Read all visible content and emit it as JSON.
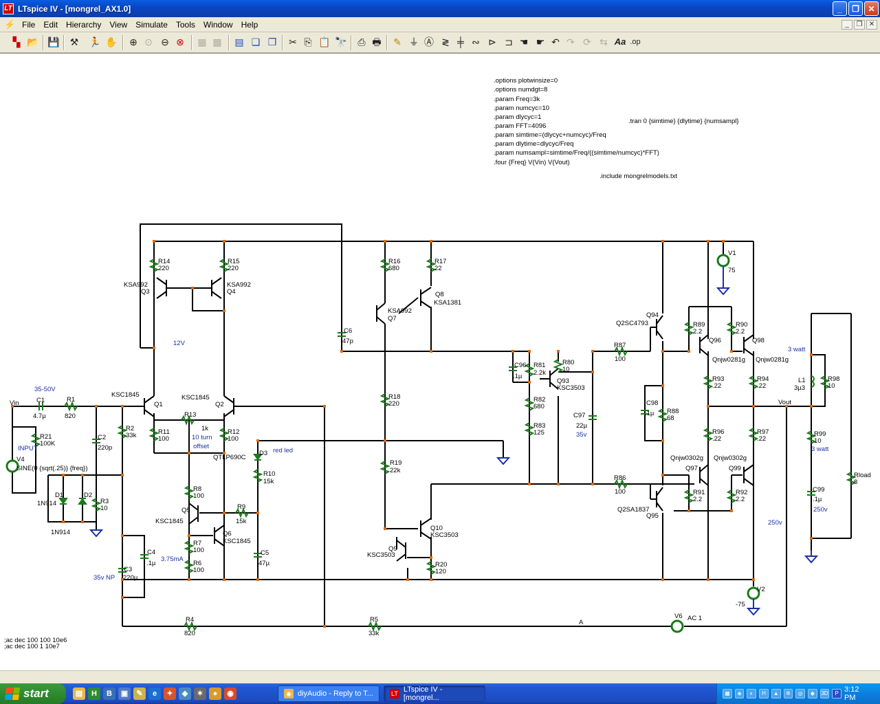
{
  "window": {
    "title": "LTspice IV - [mongrel_AX1.0]",
    "icon": "ltspice-icon"
  },
  "menu": [
    "File",
    "Edit",
    "Hierarchy",
    "View",
    "Simulate",
    "Tools",
    "Window",
    "Help"
  ],
  "directives": [
    ".options plotwinsize=0",
    ".options numdgt=8",
    ".param Freq=3k",
    ".param numcyc=10",
    ".param dlycyc=1",
    ".param FFT=4096",
    ".param simtime=(dlycyc+numcyc)/Freq",
    ".param dlytime=dlycyc/Freq",
    ".param numsampl=simtime/Freq/((simtime/numcyc)*FFT)",
    ".four {Freq} V(Vin) V(Vout)"
  ],
  "tran": ".tran 0 {simtime} {dlytime} {numsampl}",
  "include": ".include mongrelmodels.txt",
  "ac_lines": [
    ";ac dec 100 100 10e6",
    ";ac dec 100 1 10e7"
  ],
  "labels": {
    "vin": "Vin",
    "v35_50": "35-50V",
    "c1": "C1",
    "c1v": "4.7µ",
    "r1": "R1",
    "r1v": "820",
    "r21": "R21",
    "r21v": "100K",
    "input": "INPUT",
    "v4": "V4",
    "sine": "SINE(0 {sqrt(.25)} {freq})",
    "d1": "D1",
    "d1v": "1N914",
    "d2": "D2",
    "d2v": "1N914",
    "r3": "R3",
    "r3v": "10",
    "c2": "C2",
    "c2v": "220p",
    "r2": "R2",
    "r2v": "33k",
    "ksc1845a": "KSC1845",
    "q1": "Q1",
    "ksc1845b": "KSC1845",
    "q2": "Q2",
    "r13": "R13",
    "r13v": "1k",
    "turn": "10 turn",
    "offset": "offset",
    "r11": "R11",
    "r11v": "100",
    "r12": "R12",
    "r12v": "100",
    "v12": "12V",
    "r14": "R14",
    "r14v": "220",
    "r15": "R15",
    "r15v": "220",
    "ksa992a": "KSA992",
    "q3": "Q3",
    "ksa992b": "KSA992",
    "q4": "Q4",
    "r16": "R16",
    "r16v": "680",
    "r17": "R17",
    "r17v": "22",
    "q8": "Q8",
    "ksa1381": "KSA1381",
    "ksa992c": "KSA992",
    "q7": "Q7",
    "c6": "C6",
    "c6v": "47p",
    "qtlp": "QTLP690C",
    "d3": "D3",
    "redled": "red led",
    "r10": "R10",
    "r10v": "15k",
    "r8": "R8",
    "r8v": "100",
    "q5": "Q5",
    "ksc1845c": "KSC1845",
    "r9": "R9",
    "r9v": "15k",
    "q6": "Q6",
    "ksc1845d": "KSC1845",
    "r7": "R7",
    "r7v": "100",
    "ma": "3.75mA",
    "r6": "R6",
    "r6v": "100",
    "c5": "C5",
    "c5v": "47µ",
    "c4": "C4",
    "c4v": ".1µ",
    "c3": "C3",
    "c3v": "220µ",
    "np": "35v  NP",
    "r4": "R4",
    "r4v": "820",
    "r5": "R5",
    "r5v": "33k",
    "r18": "R18",
    "r18v": "220",
    "r19": "R19",
    "r19v": "22k",
    "q10": "Q10",
    "ksc3503a": "KSC3503",
    "q9": "Q9",
    "ksc3503b": "KSC3503",
    "r20": "R20",
    "r20v": "120",
    "c96": "C96",
    "c96v": ".1µ",
    "r81": "R81",
    "r81v": "2.2k",
    "r80": "R80",
    "r80v": "10",
    "q93": "Q93",
    "ksc3503c": "KSC3503",
    "r82": "R82",
    "r82v": "680",
    "r83": "R83",
    "r83v": "125",
    "c97": "C97",
    "c97v": "22µ",
    "v35": "35v",
    "r87": "R87",
    "r87v": "100",
    "r86": "R86",
    "r86v": "100",
    "q94": "Q94",
    "q2sc": "Q2SC4793",
    "q95": "Q95",
    "q2sa": "Q2SA1837",
    "c98": "C98",
    "c98v": ".1µ",
    "r88": "R88",
    "r88v": "68",
    "r89": "R89",
    "r89v": "2.2",
    "q96": "Q96",
    "r90": "R90",
    "r90v": "2.2",
    "q98": "Q98",
    "qnjw0281a": "Qnjw0281g",
    "qnjw0281b": "Qnjw0281g",
    "r93": "R93",
    "r93v": ".22",
    "r94": "R94",
    "r94v": ".22",
    "r96": "R96",
    "r96v": ".22",
    "r97": "R97",
    "r97v": ".22",
    "qnjw0302a": "Qnjw0302g",
    "qnjw0302b": "Qnjw0302g",
    "q97": "Q97",
    "q99": "Q99",
    "r91": "R91",
    "r91v": "2.2",
    "r92": "R92",
    "r92v": "2.2",
    "v1": "V1",
    "v1v": "75",
    "v2": "V2",
    "v2v": "-75",
    "v250a": "250v",
    "vout": "Vout",
    "w3a": "3 watt",
    "l1": "L1",
    "l1v": "3µ3",
    "r98": "R98",
    "r98v": "10",
    "r99": "R99",
    "r99v": "10",
    "w3b": "3 watt",
    "c99": "C99",
    "c99v": ".1µ",
    "v250b": "250v",
    "rload": "Rload",
    "rloadv": "8",
    "v6": "V6",
    "ac1": "AC 1",
    "a": "A"
  },
  "taskbar": {
    "start": "start",
    "tasks": [
      {
        "label": "diyAudio - Reply to T...",
        "icon": "chrome-icon",
        "active": false
      },
      {
        "label": "LTspice IV - [mongrel...",
        "icon": "ltspice-icon",
        "active": true
      }
    ],
    "clock": "3:12 PM"
  },
  "colors": {
    "wire": "#000000",
    "component": "#1a7a1a",
    "junction": "#e06a00",
    "label_blue": "#1c2fa8",
    "title_blue": "#0847c6"
  }
}
